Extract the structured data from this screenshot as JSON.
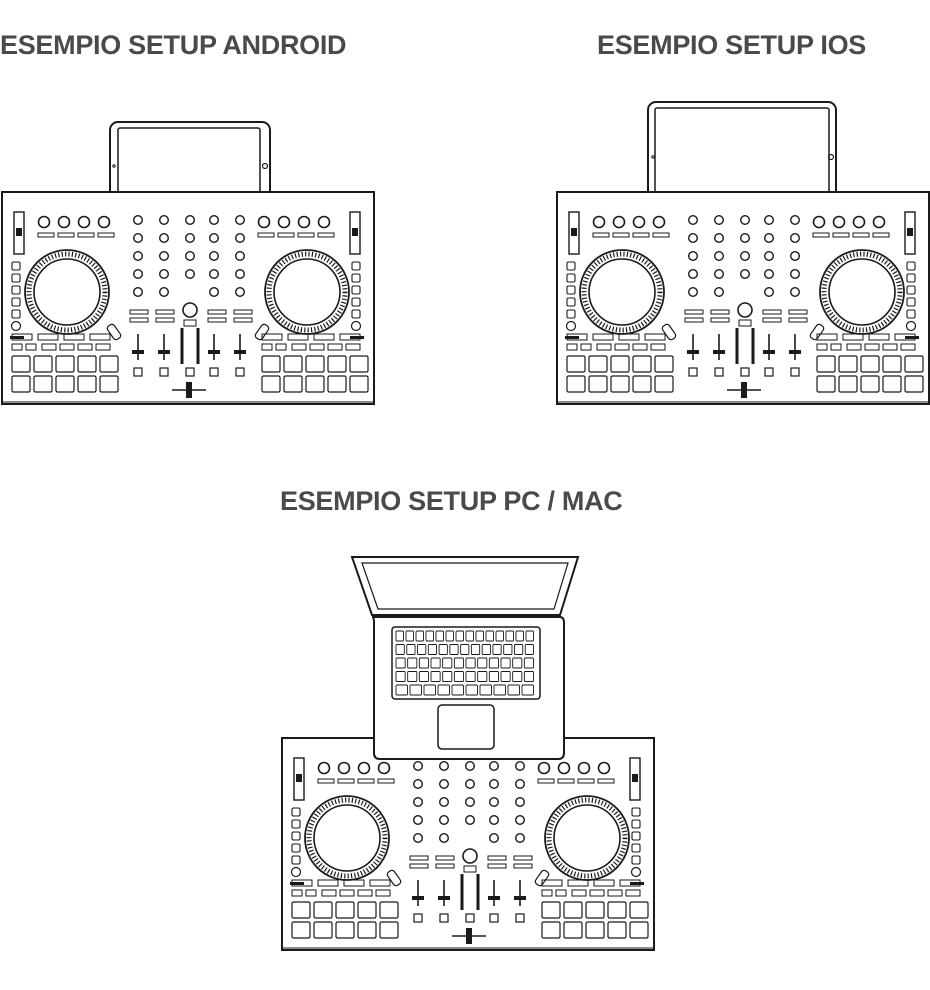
{
  "headings": {
    "android": "ESEMPIO SETUP ANDROID",
    "ios": "ESEMPIO SETUP IOS",
    "pc": "ESEMPIO SETUP PC / MAC"
  },
  "colors": {
    "line": "#1a1a1a",
    "heading": "#4a4a4a",
    "background": "#ffffff"
  },
  "figures": [
    {
      "id": "android",
      "device": "tablet-landscape",
      "controller": "dj-controller-4-deck"
    },
    {
      "id": "ios",
      "device": "tablet-landscape-tall",
      "controller": "dj-controller-4-deck"
    },
    {
      "id": "pc",
      "device": "laptop-open",
      "controller": "dj-controller-4-deck"
    }
  ]
}
